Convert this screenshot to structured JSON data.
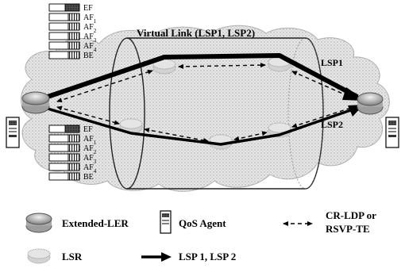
{
  "diagram": {
    "virtual_link_title": "Virtual Link (LSP1, LSP2)",
    "path_labels": {
      "lsp1": "LSP1",
      "lsp2": "LSP2"
    },
    "queues_top": [
      {
        "name": "EF",
        "sub": ""
      },
      {
        "name": "AF",
        "sub": "1"
      },
      {
        "name": "AF",
        "sub": "2"
      },
      {
        "name": "AF",
        "sub": "3"
      },
      {
        "name": "AF",
        "sub": "4"
      },
      {
        "name": "BE",
        "sub": ""
      }
    ],
    "queues_bottom": [
      {
        "name": "EF",
        "sub": ""
      },
      {
        "name": "AF",
        "sub": "1"
      },
      {
        "name": "AF",
        "sub": "2"
      },
      {
        "name": "AF",
        "sub": "3"
      },
      {
        "name": "AF",
        "sub": "4"
      },
      {
        "name": "BE",
        "sub": ""
      }
    ]
  },
  "legend": {
    "extended_ler": "Extended-LER",
    "qos_agent": "QoS Agent",
    "cr_ldp_line1": "CR-LDP or",
    "cr_ldp_line2": "RSVP-TE",
    "lsr": "LSR",
    "lsp": "LSP 1, LSP 2"
  },
  "colors": {
    "cloud_fill": "#dcdcdc",
    "cloud_dots": "#a8a8a8",
    "tube_stroke": "#222222",
    "arrow": "#000000",
    "router_fill": "#bdbdbd"
  }
}
